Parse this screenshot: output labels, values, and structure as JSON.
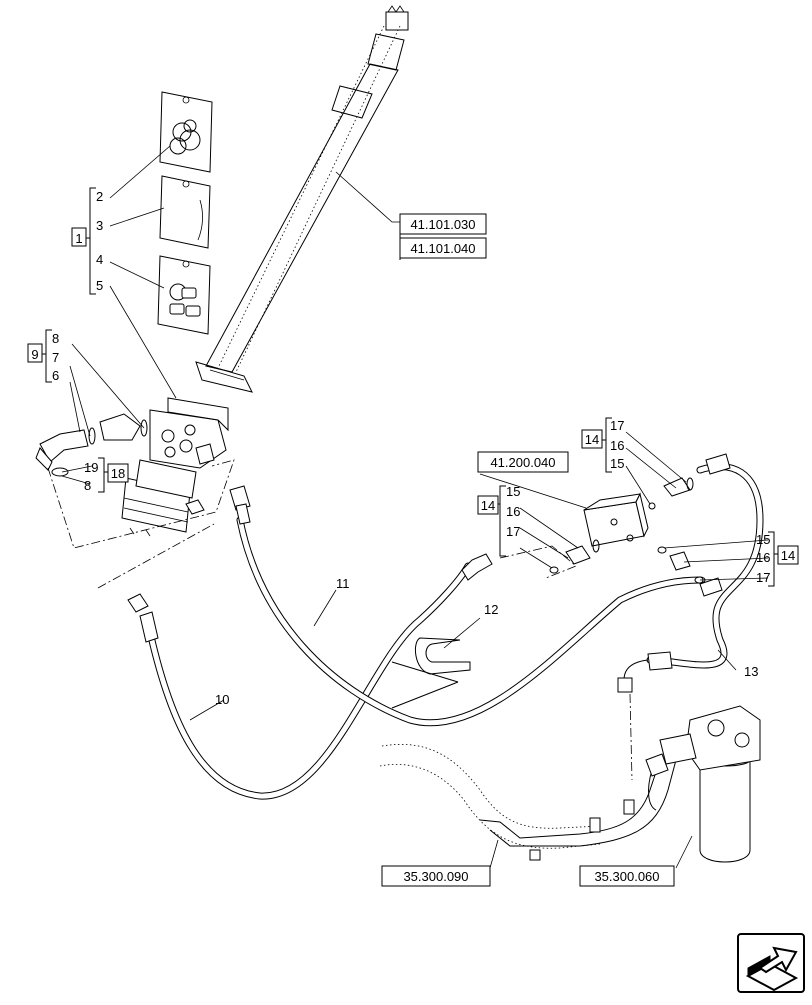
{
  "callouts": {
    "c1": "1",
    "c2": "2",
    "c3": "3",
    "c4": "4",
    "c5": "5",
    "c6": "6",
    "c7": "7",
    "c8a": "8",
    "c8b": "8",
    "c9": "9",
    "c10": "10",
    "c11": "11",
    "c12": "12",
    "c13": "13",
    "c14a": "14",
    "c14b": "14",
    "c14c": "14",
    "c15a": "15",
    "c15b": "15",
    "c15c": "15",
    "c16a": "16",
    "c16b": "16",
    "c16c": "16",
    "c17a": "17",
    "c17b": "17",
    "c17c": "17",
    "c18": "18",
    "c19": "19"
  },
  "references": {
    "r1": "41.101.030",
    "r2": "41.101.040",
    "r3": "41.200.040",
    "r4": "35.300.090",
    "r5": "35.300.060"
  },
  "icons": {
    "nav": "arrow-nav-icon"
  }
}
